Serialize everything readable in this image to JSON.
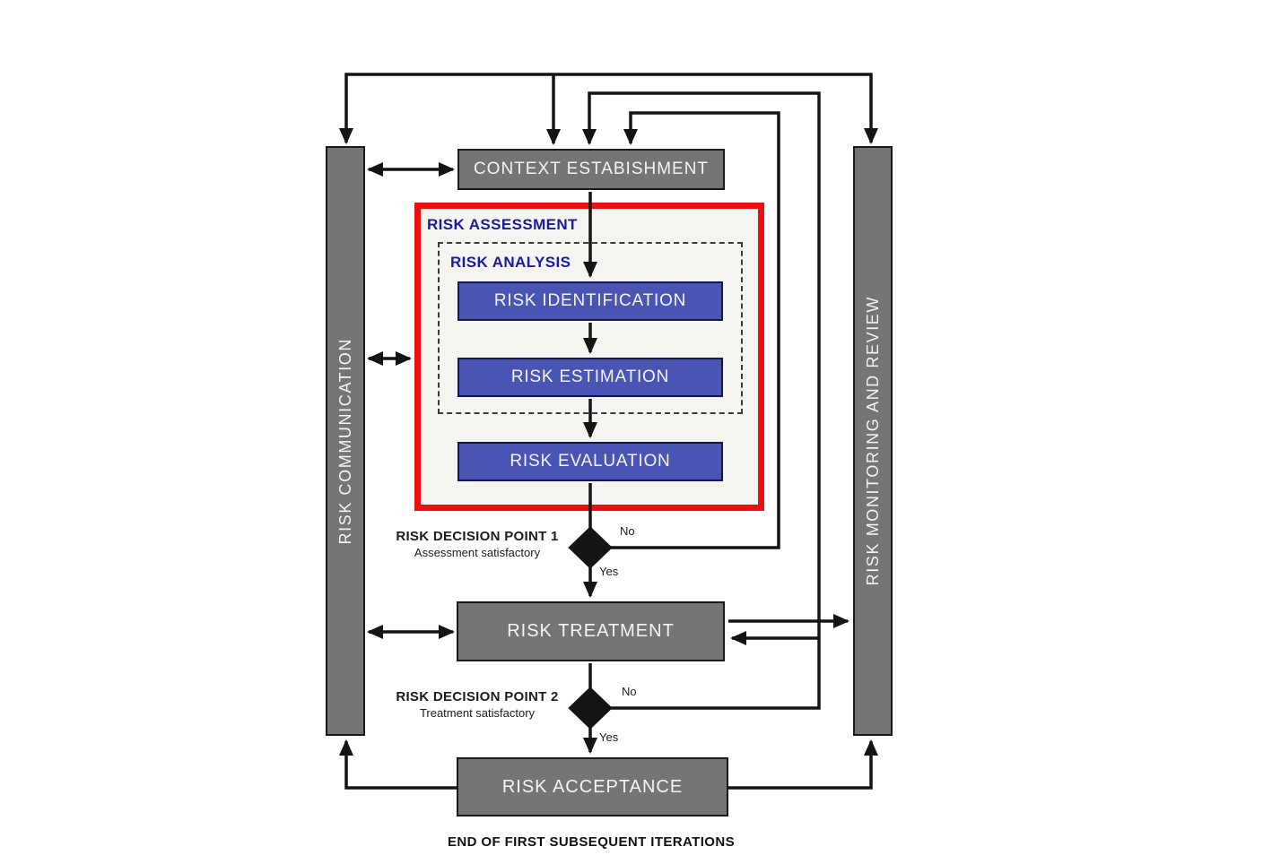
{
  "bars": {
    "left": {
      "label": "RISK COMMUNICATION"
    },
    "right": {
      "label": "RISK MONITORING AND REVIEW"
    }
  },
  "nodes": {
    "context": {
      "label": "CONTEXT ESTABISHMENT"
    },
    "assessment": {
      "label": "RISK ASSESSMENT"
    },
    "analysis": {
      "label": "RISK ANALYSIS"
    },
    "identification": {
      "label": "RISK IDENTIFICATION"
    },
    "estimation": {
      "label": "RISK ESTIMATION"
    },
    "evaluation": {
      "label": "RISK EVALUATION"
    },
    "treatment": {
      "label": "RISK TREATMENT"
    },
    "acceptance": {
      "label": "RISK ACCEPTANCE"
    }
  },
  "decisions": {
    "dp1": {
      "title": "RISK DECISION POINT 1",
      "subtitle": "Assessment satisfactory",
      "no_label": "No",
      "yes_label": "Yes"
    },
    "dp2": {
      "title": "RISK DECISION POINT 2",
      "subtitle": "Treatment satisfactory",
      "no_label": "No",
      "yes_label": "Yes"
    }
  },
  "footer": {
    "caption": "END OF FIRST SUBSEQUENT ITERATIONS"
  },
  "colors": {
    "gray": "#757575",
    "blue": "#4a55b3",
    "red": "#ec1010",
    "navy": "#1b1b9e",
    "line": "#141414",
    "assess_bg": "#f4f4f1",
    "box_text": "#f4f4f4",
    "dark_border": "#1a1a1a",
    "blue_border": "#16164a",
    "text_dark": "#1c1c1c"
  }
}
